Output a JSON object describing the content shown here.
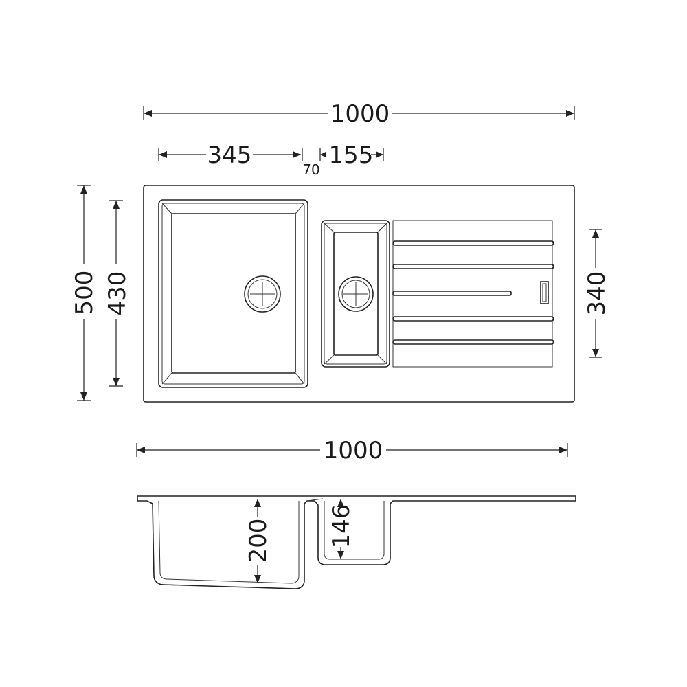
{
  "dimensions": {
    "top_width": "1000",
    "main_bowl_width": "345",
    "gap": "70",
    "small_bowl_width": "155",
    "total_depth": "500",
    "main_bowl_depth": "430",
    "small_bowl_depth": "340",
    "side_width": "1000",
    "main_bowl_height": "200",
    "small_bowl_height": "146"
  }
}
